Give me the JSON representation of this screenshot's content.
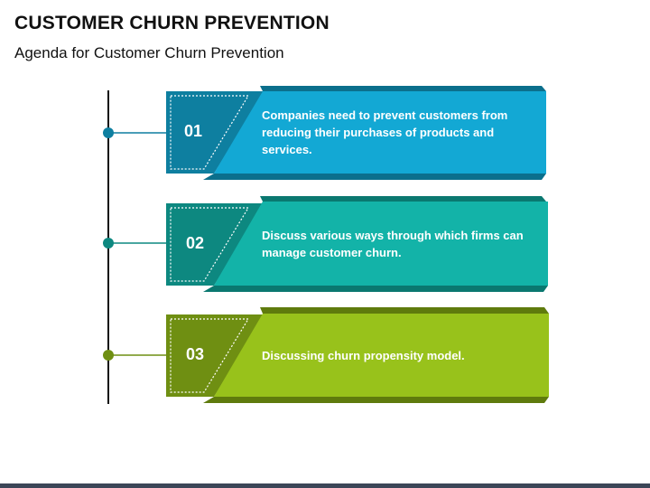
{
  "header": {
    "title": "CUSTOMER CHURN PREVENTION",
    "subtitle": "Agenda for Customer Churn Prevention"
  },
  "items": [
    {
      "number": "01",
      "text": "Companies need to prevent customers from reducing their purchases of products and services.",
      "color": "#13a8d4",
      "dark_color": "#0e7fa0"
    },
    {
      "number": "02",
      "text": "Discuss various ways through which firms can manage customer churn.",
      "color": "#13b3a8",
      "dark_color": "#0d8880"
    },
    {
      "number": "03",
      "text": "Discussing churn propensity model.",
      "color": "#98c21b",
      "dark_color": "#6f8f12"
    }
  ]
}
